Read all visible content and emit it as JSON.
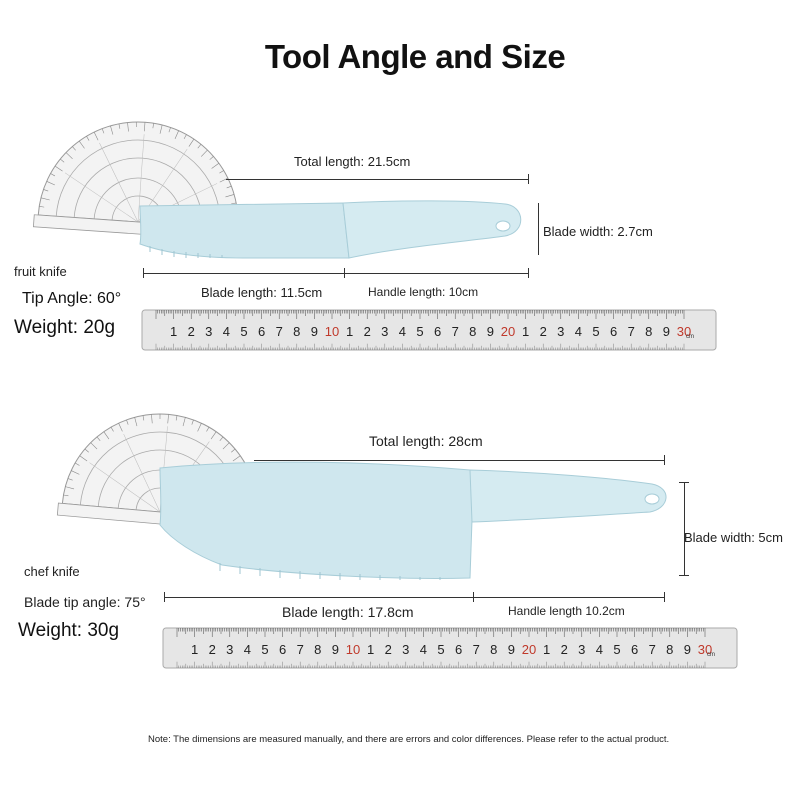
{
  "title": "Tool Angle and Size",
  "fruit_knife": {
    "name": "fruit knife",
    "total_length": "Total length: 21.5cm",
    "blade_width": "Blade width: 2.7cm",
    "blade_length": "Blade length: 11.5cm",
    "handle_length": "Handle length: 10cm",
    "tip_angle": "Tip Angle: 60°",
    "weight": "Weight: 20g"
  },
  "chef_knife": {
    "name": "chef knife",
    "total_length": "Total length: 28cm",
    "blade_width": "Blade width: 5cm",
    "blade_length": "Blade length: 17.8cm",
    "handle_length": "Handle length 10.2cm",
    "tip_angle": "Blade tip angle: 75°",
    "weight": "Weight: 30g"
  },
  "note": "Note: The dimensions are measured manually, and there are errors and color differences. Please refer to the actual product.",
  "ruler": {
    "digits": [
      "1",
      "2",
      "3",
      "4",
      "5",
      "6",
      "7",
      "8",
      "9",
      "10",
      "1",
      "2",
      "3",
      "4",
      "5",
      "6",
      "7",
      "8",
      "9",
      "20",
      "1",
      "2",
      "3",
      "4",
      "5",
      "6",
      "7",
      "8",
      "9",
      "30"
    ],
    "unit": "cm"
  },
  "colors": {
    "knife": "#cfe7ee",
    "knife_edge": "#9fc6d2",
    "ruler": "#e6e6e6",
    "red_digit": "#c0392b"
  },
  "icons": [
    "protractor-icon",
    "fruit-knife-icon",
    "chef-knife-icon",
    "ruler-icon"
  ]
}
